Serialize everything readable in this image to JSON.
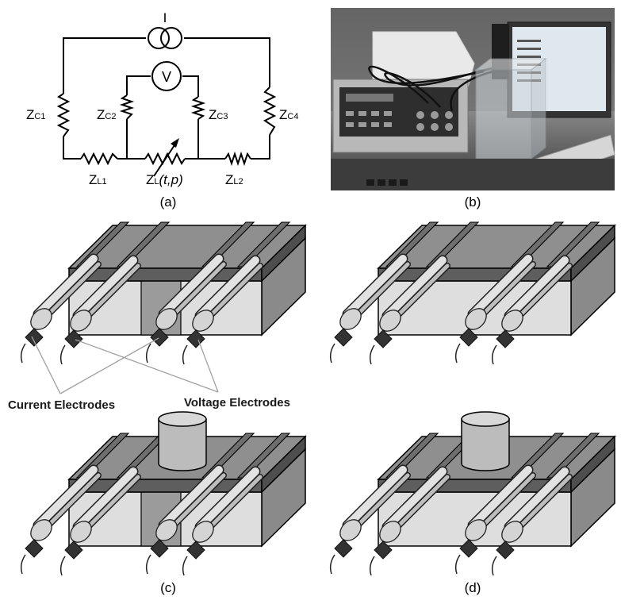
{
  "circuit": {
    "source_label": "I",
    "meter_label": "V",
    "zc1": {
      "main": "Z",
      "sub": "C1"
    },
    "zc2": {
      "main": "Z",
      "sub": "C2"
    },
    "zc3": {
      "main": "Z",
      "sub": "C3"
    },
    "zc4": {
      "main": "Z",
      "sub": "C4"
    },
    "zl1": {
      "main": "Z",
      "sub": "L1"
    },
    "zl2": {
      "main": "Z",
      "sub": "L2"
    },
    "zl": {
      "main": "Z",
      "sub": "L",
      "args": "(t,p)"
    }
  },
  "panels": {
    "a": "(a)",
    "b": "(b)",
    "c": "(c)",
    "d": "(d)"
  },
  "annotations": {
    "current": "Current Electrodes",
    "voltage": "Voltage Electrodes"
  }
}
